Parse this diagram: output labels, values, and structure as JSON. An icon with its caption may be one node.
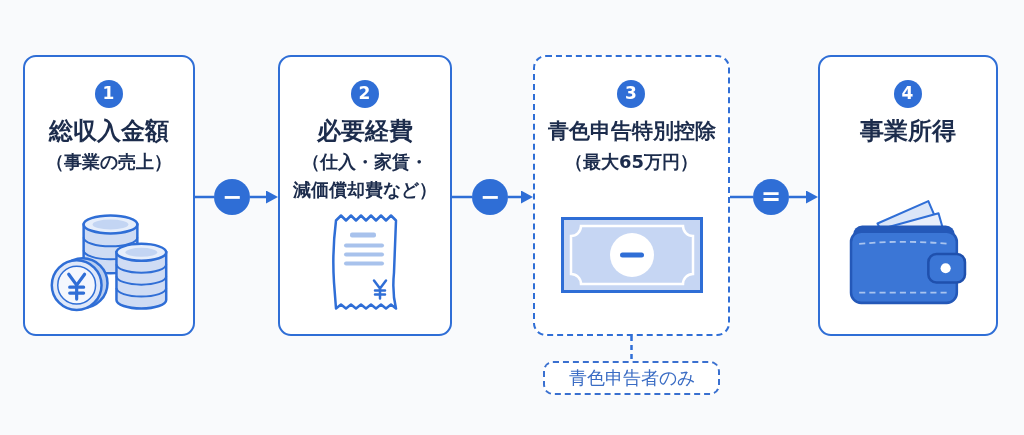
{
  "diagram": {
    "nodes": [
      {
        "text": [
          "総収入金額",
          "（事業の売上）"
        ]
      },
      {
        "text": [
          "1"
        ],
        "in": 0
      },
      {
        "text": [
          "−"
        ]
      },
      {
        "text": [
          "必要経費",
          "（仕入・家賃・減価償却費など）"
        ]
      },
      {
        "text": [
          "2"
        ],
        "in": 3
      },
      {
        "text": [
          "−"
        ]
      },
      {
        "text": [
          "青色申告特別控除",
          "（最大65万円）"
        ]
      },
      {
        "text": [
          "3"
        ],
        "in": 6
      },
      {
        "text": [
          "="
        ]
      },
      {
        "text": [
          "事業所得"
        ]
      },
      {
        "text": [
          "4"
        ],
        "in": 9
      },
      {
        "text": [
          "青色申告者のみ"
        ]
      }
    ],
    "edges": [
      {
        "from": 0,
        "to": 2,
        "arrow": "none"
      },
      {
        "from": 2,
        "to": 3,
        "arrow": "to"
      },
      {
        "from": 3,
        "to": 5,
        "arrow": "none"
      },
      {
        "from": 5,
        "to": 6,
        "arrow": "to"
      },
      {
        "from": 6,
        "to": 8,
        "arrow": "none"
      },
      {
        "from": 8,
        "to": 9,
        "arrow": "to"
      },
      {
        "from": 6,
        "to": 11,
        "arrow": "none",
        "style": "dashed"
      }
    ]
  }
}
